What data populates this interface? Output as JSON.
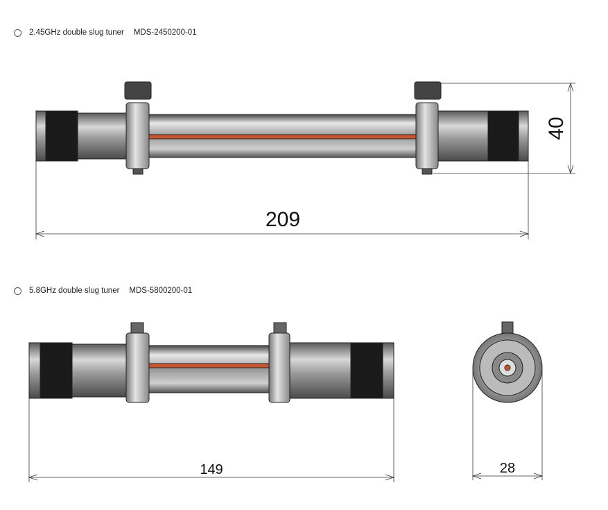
{
  "tuners": [
    {
      "frequency_label": "2.45GHz double slug tuner",
      "model": "MDS-2450200-01",
      "length": "209",
      "height": "40"
    },
    {
      "frequency_label": "5.8GHz double slug tuner",
      "model": "MDS-5800200-01",
      "length": "149",
      "diameter": "28"
    }
  ],
  "colors": {
    "stripe": "#c8552f",
    "metal": "#8a8a8a",
    "connector": "#111111"
  }
}
